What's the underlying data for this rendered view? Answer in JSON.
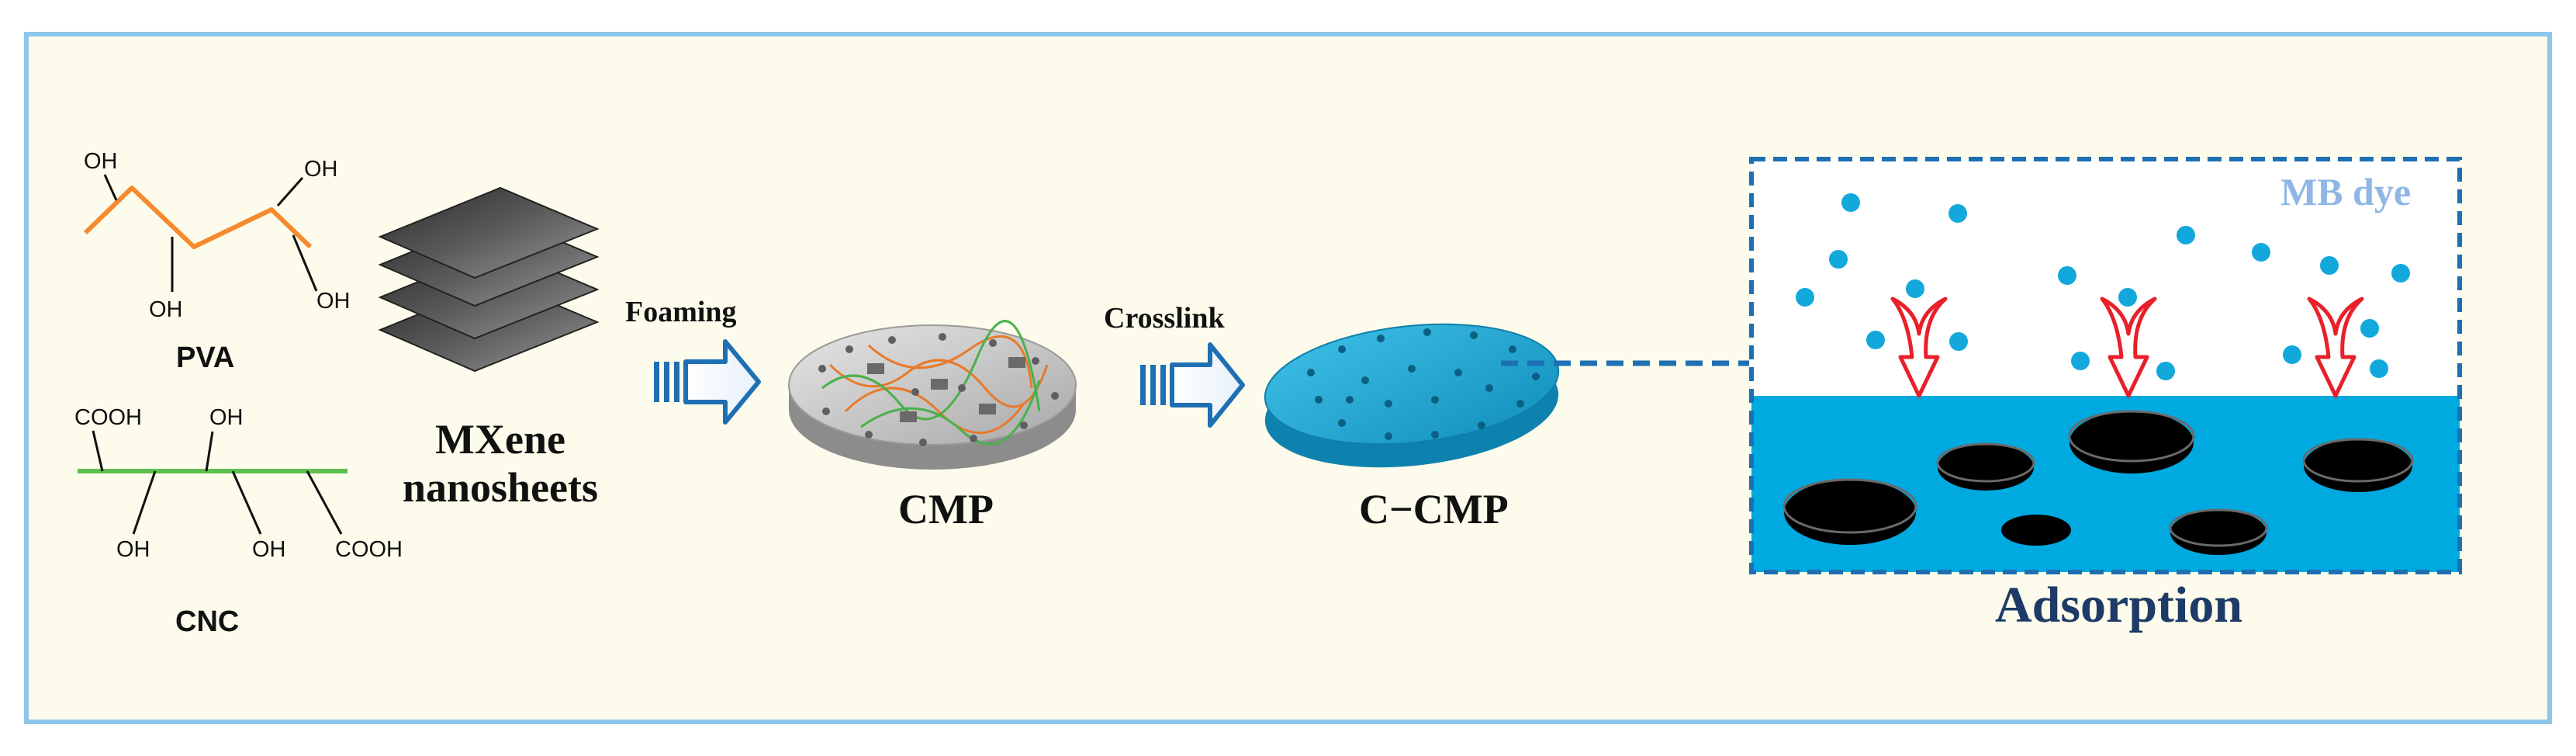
{
  "palette": {
    "frame_border": "#8dc6ea",
    "frame_fill": "#fdfbeb",
    "pva_chain": "#f58a2e",
    "cnc_chain": "#5cbf4e",
    "arrow_blue": "#1f6fb3",
    "cmp_grey": "#b9b9b9",
    "ccmp_blue": "#1ca3d0",
    "water": "#00a9e0",
    "dye_dot": "#12a8dc",
    "flow_arrow": "#e8202a",
    "dash_blue": "#1f6fb3"
  },
  "labels": {
    "pva": "PVA",
    "cnc": "CNC",
    "pva_oh_top_left": "OH",
    "pva_oh_top_right": "OH",
    "pva_oh_bottom_left": "OH",
    "pva_oh_bottom_right": "OH",
    "cnc_cooh_top": "COOH",
    "cnc_oh_top": "OH",
    "cnc_oh_bottom_left": "OH",
    "cnc_oh_bottom_mid": "OH",
    "cnc_cooh_bottom": "COOH",
    "mxene_line1": "MXene",
    "mxene_line2": "nanosheets",
    "step_foaming": "Foaming",
    "step_crosslink": "Crosslink",
    "cmp": "CMP",
    "ccmp": "C−CMP",
    "mb_dye": "MB dye",
    "adsorption": "Adsorption"
  },
  "icons": {
    "pva_structure": "pva-chain-icon",
    "cnc_structure": "cnc-chain-icon",
    "mxene_stack": "mxene-sheet-stack-icon",
    "process_arrow": "hollow-block-arrow-icon",
    "cmp_disc": "porous-disc-icon",
    "ccmp_disc": "porous-disc-icon",
    "flow_arrow": "curved-down-arrow-icon",
    "dye_molecule": "dot-icon",
    "pore": "pore-ellipse-icon"
  }
}
